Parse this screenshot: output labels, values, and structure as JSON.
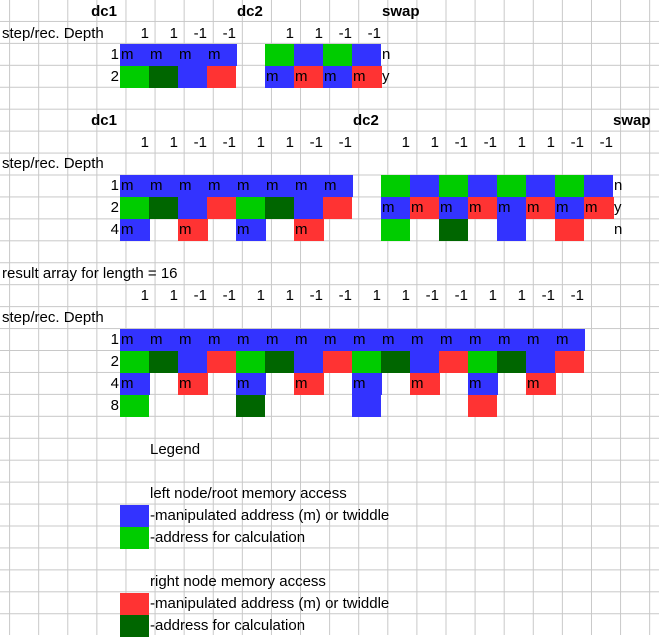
{
  "colors": {
    "blue": "#3333ff",
    "green": "#00cc00",
    "red": "#ff3333",
    "darkgreen": "#006600",
    "grid": "#c8c8c8"
  },
  "section1": {
    "dc1": "dc1",
    "dc2": "dc2",
    "swap": "swap",
    "header": "step/rec. Depth",
    "twiddles_dc1": [
      "1",
      "1",
      "-1",
      "-1"
    ],
    "twiddles_dc2": [
      "1",
      "1",
      "-1",
      "-1"
    ],
    "depths": [
      "1",
      "2"
    ],
    "swap_values": [
      "n",
      "y"
    ]
  },
  "section2": {
    "dc1": "dc1",
    "dc2": "dc2",
    "swap": "swap",
    "header": "step/rec. Depth",
    "twiddles_dc1": [
      "1",
      "1",
      "-1",
      "-1",
      "1",
      "1",
      "-1",
      "-1"
    ],
    "twiddles_dc2": [
      "1",
      "1",
      "-1",
      "-1",
      "1",
      "1",
      "-1",
      "-1"
    ],
    "depths": [
      "1",
      "2",
      "4"
    ],
    "swap_values": [
      "n",
      "y",
      "n"
    ]
  },
  "section3": {
    "title": "result array for length = 16",
    "header": "step/rec. Depth",
    "twiddles": [
      "1",
      "1",
      "-1",
      "-1",
      "1",
      "1",
      "-1",
      "-1",
      "1",
      "1",
      "-1",
      "-1",
      "1",
      "1",
      "-1",
      "-1"
    ],
    "depths": [
      "1",
      "2",
      "4",
      "8"
    ]
  },
  "legend": {
    "title": "Legend",
    "left_title": "left node/root memory access",
    "left_manip": "-manipulated address (m) or twiddle",
    "left_calc": "-address for calculation",
    "right_title": "right node memory access",
    "right_manip": "-manipulated address (m) or twiddle",
    "right_calc": "-address for calculation"
  },
  "mark": "m"
}
